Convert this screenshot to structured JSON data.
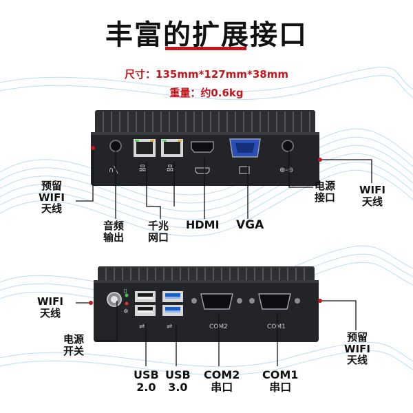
{
  "title": "丰富的扩展接口",
  "specs": {
    "size": "尺寸：135mm*127mm*38mm",
    "weight": "重量：约0.6kg"
  },
  "front_labels": {
    "wifi_reserved": [
      "预留",
      "WIFI",
      "天线"
    ],
    "audio": [
      "音频",
      "输出"
    ],
    "lan": [
      "千兆",
      "网口"
    ],
    "hdmi": "HDMI",
    "vga": "VGA",
    "power_port": [
      "电源",
      "接口"
    ],
    "wifi_antenna": [
      "WIFI",
      "天线"
    ]
  },
  "back_labels": {
    "wifi_antenna": [
      "WIFI",
      "天线"
    ],
    "power_switch": [
      "电源",
      "开关"
    ],
    "usb2": [
      "USB",
      "2.0"
    ],
    "usb3": [
      "USB",
      "3.0"
    ],
    "com2": [
      "COM2",
      "串口"
    ],
    "com1": [
      "COM1",
      "串口"
    ],
    "wifi_reserved": [
      "预留",
      "WIFI",
      "天线"
    ]
  },
  "panel_text": {
    "com2": "COM2",
    "com1": "COM1"
  },
  "colors": {
    "accent": "#c4161c",
    "usb3_blue": "#1a5fc8",
    "vga_blue": "#2a4fb8"
  }
}
